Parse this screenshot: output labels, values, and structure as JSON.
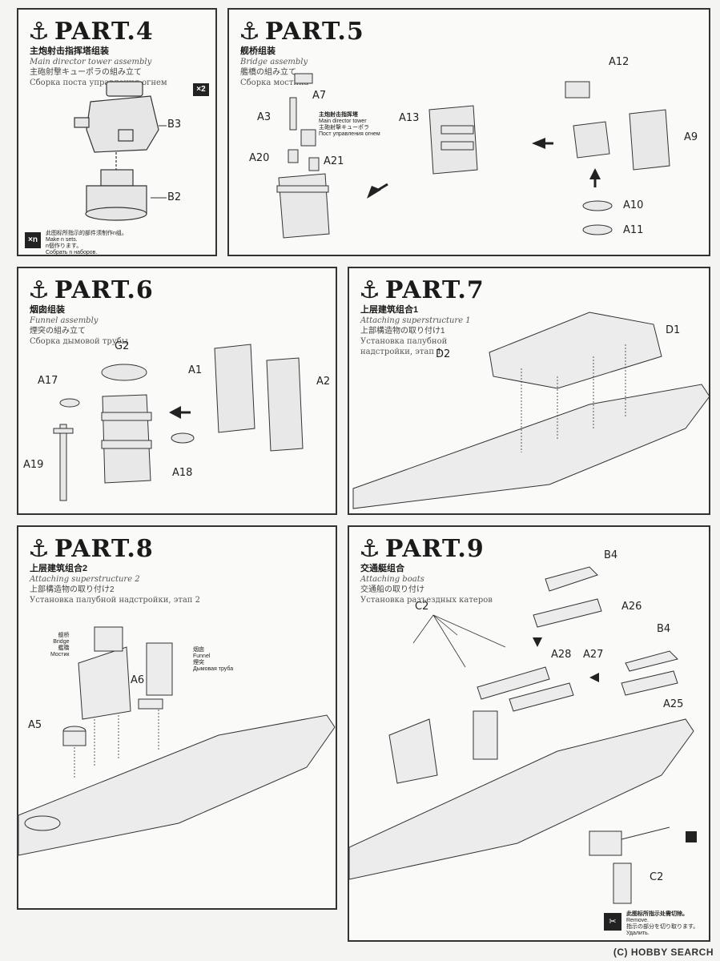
{
  "part4": {
    "title": "PART.4",
    "cn": "主炮射击指挥塔组装",
    "en": "Main director tower assembly",
    "jp": "主砲射撃キューポラの組み立て",
    "ru": "Сборка поста управления огнем",
    "multiplier": "×2",
    "labels": {
      "b3": "B3",
      "b2": "B2"
    },
    "legend": {
      "icon": "×n",
      "cn": "此图标所指示的部件须制作n组。",
      "en": "Make n sets.",
      "jp": "n個作ります。",
      "ru": "Собрать n наборов."
    }
  },
  "part5": {
    "title": "PART.5",
    "cn": "舰桥组装",
    "en": "Bridge assembly",
    "jp": "艦橋の組み立て",
    "ru": "Сборка мостика",
    "labels": {
      "a7": "A7",
      "a3": "A3",
      "a20": "A20",
      "a21": "A21",
      "a13": "A13",
      "a12": "A12",
      "a9": "A9",
      "a10": "A10",
      "a11": "A11"
    },
    "note": {
      "cn": "主炮射击指挥塔",
      "en": "Main director tower",
      "jp": "主砲射撃キューポラ",
      "ru": "Пост управления огнем"
    }
  },
  "part6": {
    "title": "PART.6",
    "cn": "烟囱组装",
    "en": "Funnel assembly",
    "jp": "煙突の組み立て",
    "ru": "Сборка дымовой трубы",
    "labels": {
      "g2": "G2",
      "a1": "A1",
      "a2": "A2",
      "a17": "A17",
      "a18": "A18",
      "a19": "A19"
    }
  },
  "part7": {
    "title": "PART.7",
    "cn": "上层建筑组合1",
    "en": "Attaching superstructure 1",
    "jp": "上部構造物の取り付け1",
    "ru1": "Установка палубной",
    "ru2": "надстройки, этап 1",
    "labels": {
      "d1": "D1",
      "d2": "D2"
    }
  },
  "part8": {
    "title": "PART.8",
    "cn": "上层建筑组合2",
    "en": "Attaching superstructure 2",
    "jp": "上部構造物の取り付け2",
    "ru": "Установка палубной надстройки, этап 2",
    "labels": {
      "a6": "A6",
      "a5": "A5"
    },
    "bridge": {
      "cn": "舰桥",
      "en": "Bridge",
      "jp": "艦橋",
      "ru": "Мостик"
    },
    "funnel": {
      "cn": "烟囱",
      "en": "Funnel",
      "jp": "煙突",
      "ru": "Дымовая труба"
    }
  },
  "part9": {
    "title": "PART.9",
    "cn": "交通艇组合",
    "en": "Attaching boats",
    "jp": "交通船の取り付け",
    "ru": "Установка разъездных катеров",
    "labels": {
      "b4a": "B4",
      "a26": "A26",
      "c2": "C2",
      "a28": "A28",
      "a27": "A27",
      "b4b": "B4",
      "a25": "A25",
      "c2b": "C2"
    },
    "legend": {
      "cn": "此图标所指示处需切除。",
      "en": "Remove.",
      "jp": "指示の部分を切り取ります。",
      "ru": "Удалить."
    }
  },
  "footer": "(C) HOBBY SEARCH"
}
